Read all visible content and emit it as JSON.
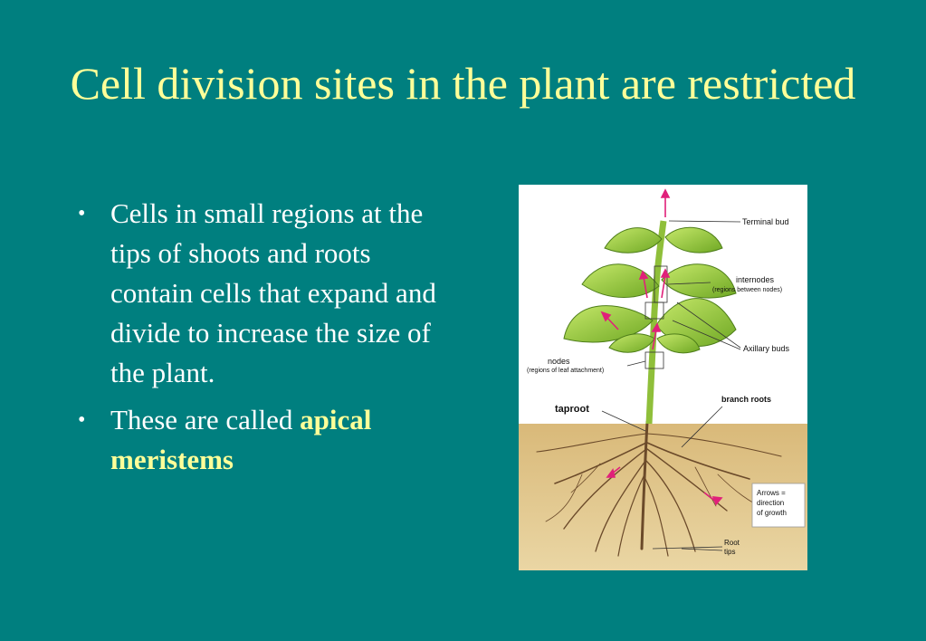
{
  "slide": {
    "title": "Cell division sites in the plant are restricted",
    "bullets": [
      {
        "text": "Cells in small regions at the tips of shoots and roots contain cells that expand and divide to increase the size of the plant."
      },
      {
        "prefix": "These are called ",
        "highlight": "apical meristems"
      }
    ],
    "bullet_symbol": "•"
  },
  "figure": {
    "labels": {
      "terminal_bud": "Terminal bud",
      "internodes": "internodes",
      "internodes_sub": "(regions between nodes)",
      "axillary_buds": "Axillary buds",
      "nodes": "nodes",
      "nodes_sub": "(regions of leaf attachment)",
      "taproot": "taproot",
      "branch_roots": "branch roots",
      "legend_line1": "Arrows =",
      "legend_line2": "direction",
      "legend_line3": "of growth",
      "root_tips_line1": "Root",
      "root_tips_line2": "tips"
    },
    "colors": {
      "arrow": "#E0207A",
      "soil": "#E3C98E",
      "leaf": "#9ACD32",
      "stem": "#8FBF3A",
      "root": "#6B4A2A"
    }
  }
}
